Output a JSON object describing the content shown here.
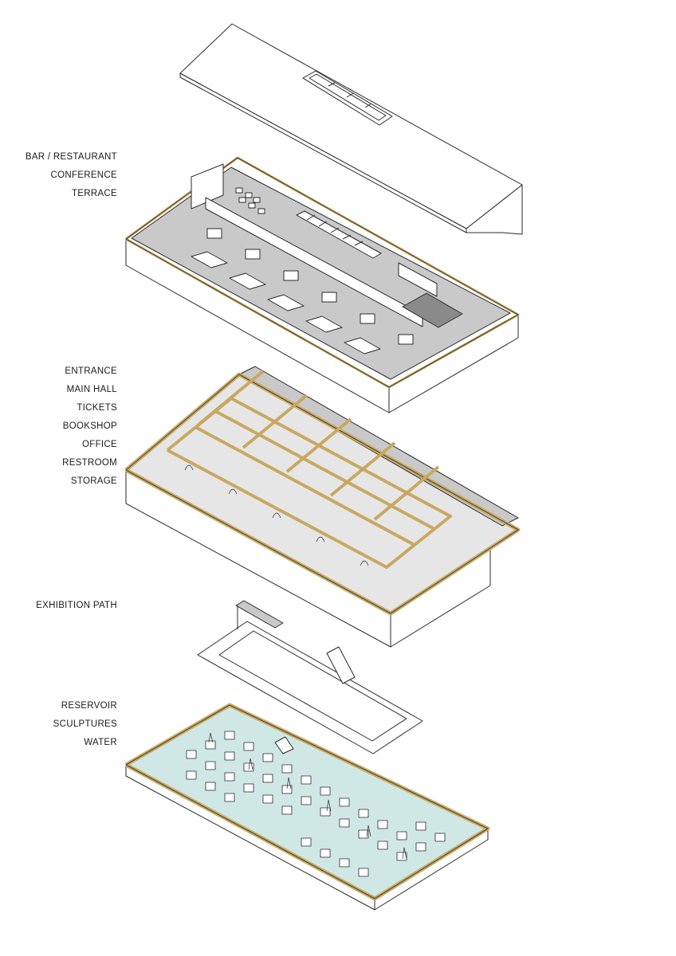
{
  "colors": {
    "line": "#2a2a2a",
    "wall_cut": "#c8a862",
    "floor_grey": "#c9c9c9",
    "side_white": "#ffffff",
    "water": "#cfe8e6"
  },
  "labels": {
    "upper_floor": [
      "BAR / RESTAURANT",
      "CONFERENCE",
      "TERRACE"
    ],
    "ground_floor": [
      "ENTRANCE",
      "MAIN HALL",
      "TICKETS",
      "BOOKSHOP",
      "OFFICE",
      "RESTROOM",
      "STORAGE"
    ],
    "path": [
      "EXHIBITION PATH"
    ],
    "basement": [
      "RESERVOIR",
      "SCULPTURES",
      "WATER"
    ]
  }
}
